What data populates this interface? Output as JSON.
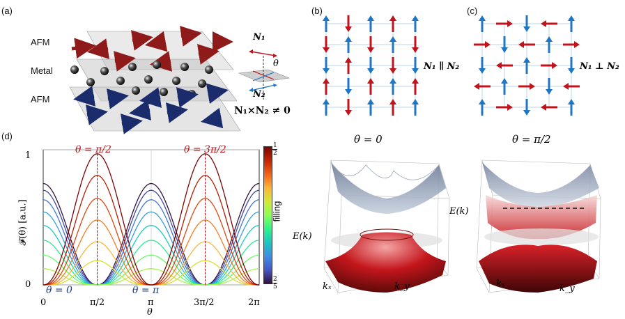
{
  "panel_a": {
    "tag": "(a)",
    "layer_labels": [
      "AFM",
      "Metal",
      "AFM"
    ],
    "n1": "N₁",
    "n2": "N₂",
    "theta": "θ",
    "cross": "N₁×N₂ ≠ 0"
  },
  "panel_b": {
    "tag": "(b)",
    "relation": "N₁ ∥ N₂",
    "angle": "θ = 0",
    "energy": "E(k)",
    "kx": "kₓ",
    "ky": "k_y"
  },
  "panel_c": {
    "tag": "(c)",
    "relation": "N₁ ⊥ N₂",
    "angle": "θ = π/2",
    "energy": "E(k)",
    "kx": "kₓ",
    "ky": "k_y"
  },
  "panel_d": {
    "tag": "(d)",
    "ylabel": "𝓕(θ) [a.u.]",
    "xlabel": "θ",
    "yticks": [
      "0",
      "1"
    ],
    "xticks": [
      "0",
      "π/2",
      "π",
      "3π/2",
      "2π"
    ],
    "annotations": [
      "θ = π/2",
      "θ = 3π/2",
      "θ = 0",
      "θ = π"
    ],
    "colorbar_label": "filling",
    "colorbar_top_num": "1",
    "colorbar_top_den": "2",
    "colorbar_bot_num": "2",
    "colorbar_bot_den": "5"
  },
  "colors": {
    "red_arrow": "#c0141c",
    "blue_arrow": "#1f77c4",
    "annotation_red": "#b3121a",
    "annotation_blue": "#1d3f8f"
  },
  "chart_data": {
    "type": "line",
    "xlabel": "θ",
    "ylabel": "𝓕(θ) [a.u.]",
    "xlim": [
      0,
      6.2832
    ],
    "ylim": [
      0,
      1
    ],
    "series_count": 14,
    "colormap": "turbo (filling 2/5 → 1/2)",
    "amplitudes": [
      0.75,
      0.7,
      0.63,
      0.54,
      0.44,
      0.33,
      0.22,
      0.12,
      0.18,
      0.32,
      0.48,
      0.64,
      0.81,
      0.97
    ],
    "phase": [
      "cos",
      "cos",
      "cos",
      "cos",
      "cos",
      "cos",
      "cos",
      "cos",
      "sin",
      "sin",
      "sin",
      "sin",
      "sin",
      "sin"
    ]
  }
}
